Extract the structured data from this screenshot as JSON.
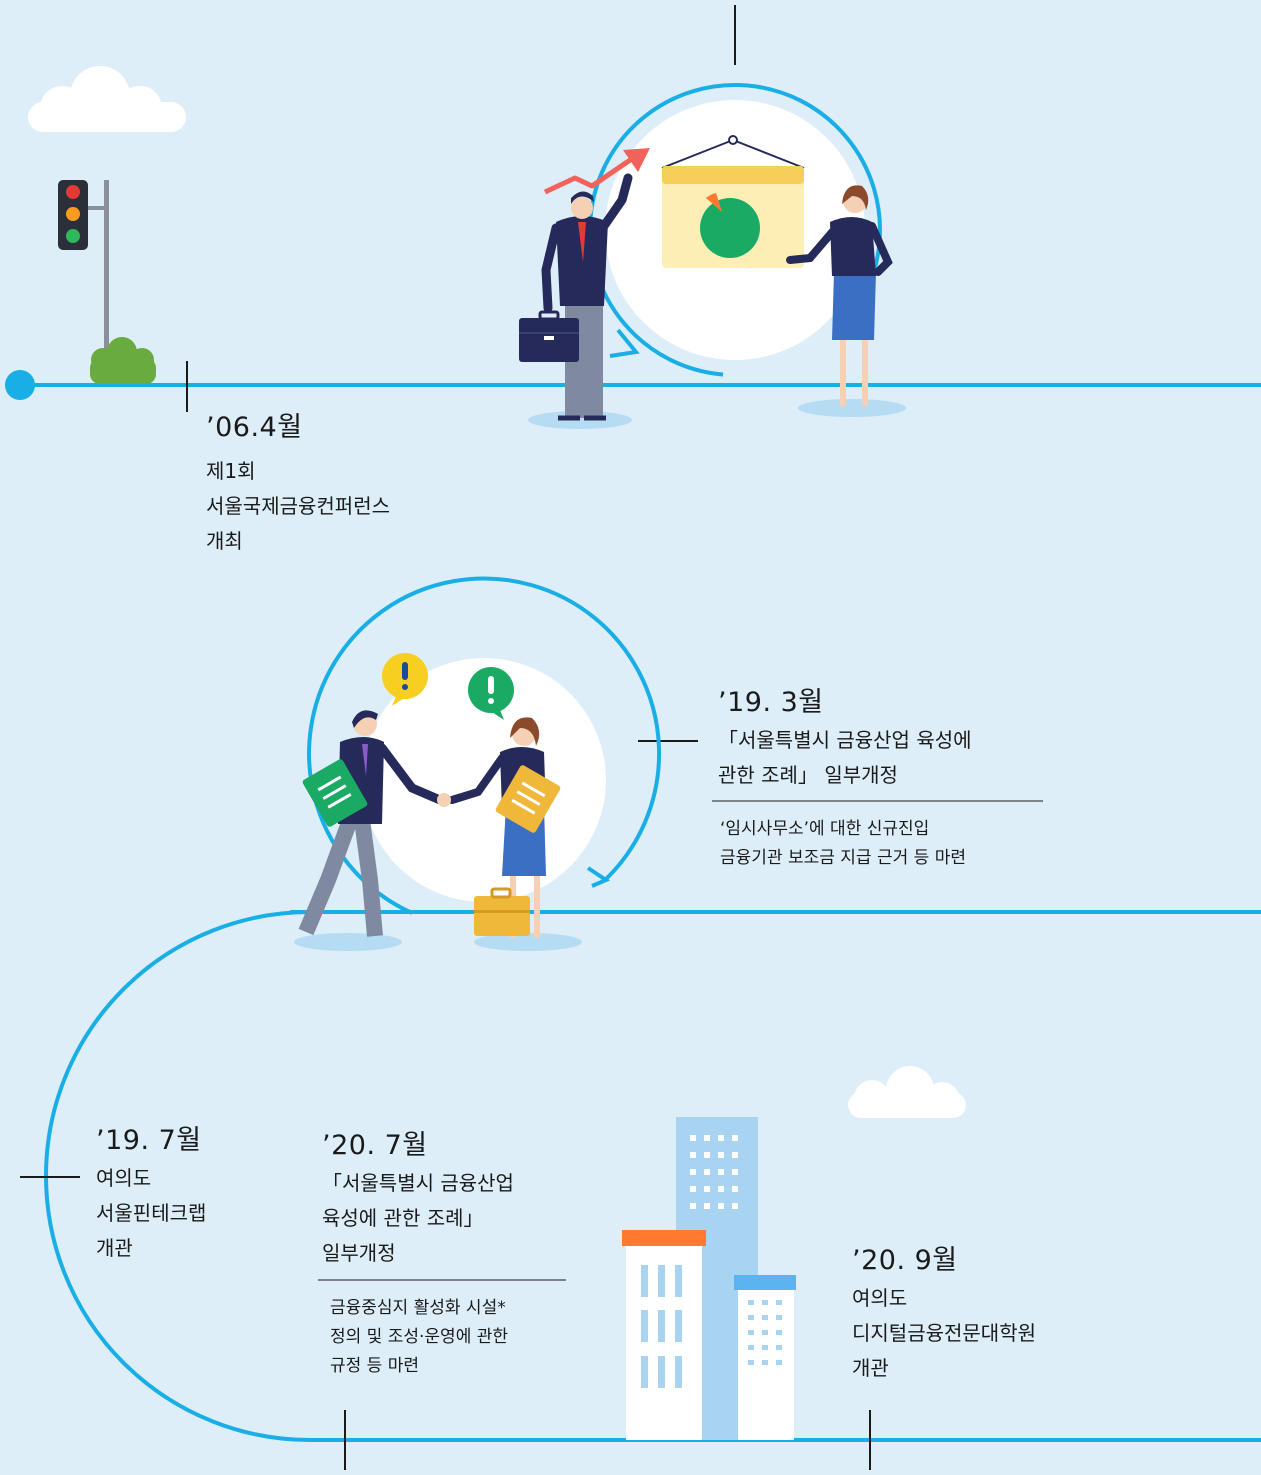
{
  "colors": {
    "background": "#ddeef9",
    "timeline": "#1aaee6",
    "accent_orange": "#ff7a2e",
    "accent_green": "#1aaa63",
    "navy": "#252a5a"
  },
  "milestones": [
    {
      "date": "’06.4월",
      "lines": [
        "제1회",
        "서울국제금융컨퍼런스",
        "개최"
      ],
      "notes": []
    },
    {
      "date": "’19. 3월",
      "lines": [
        "「서울특별시 금융산업 육성에",
        " 관한 조례」 일부개정"
      ],
      "notes": [
        "‘임시사무소’에 대한 신규진입",
        " 금융기관 보조금 지급 근거 등 마련"
      ]
    },
    {
      "date": "’19. 7월",
      "lines": [
        "여의도",
        "서울핀테크랩",
        "개관"
      ],
      "notes": []
    },
    {
      "date": "’20. 7월",
      "lines": [
        "「서울특별시 금융산업",
        " 육성에 관한 조례」",
        " 일부개정"
      ],
      "notes": [
        "금융중심지 활성화 시설*",
        "정의 및 조성·운영에 관한",
        "규정 등 마련"
      ]
    },
    {
      "date": "’20. 9월",
      "lines": [
        "여의도",
        "디지털금융전문대학원",
        "개관"
      ],
      "notes": []
    }
  ],
  "icons": {
    "traffic_light": "traffic-light-icon",
    "chart_board": "pie-chart-board-icon",
    "trend_arrow": "trend-arrow-icon",
    "briefcase": "briefcase-icon",
    "exclamation": "exclamation-bubble-icon",
    "document": "document-icon",
    "building": "building-icon",
    "cloud": "cloud-icon"
  }
}
